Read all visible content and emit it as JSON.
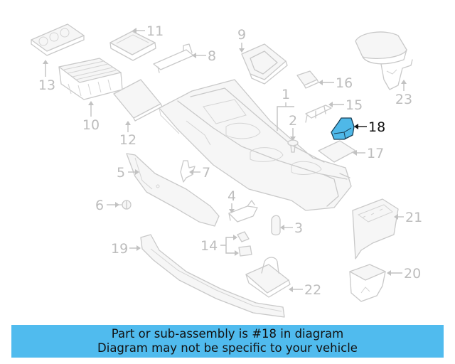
{
  "diagram": {
    "highlighted_part": "18",
    "callouts": [
      "1",
      "2",
      "3",
      "4",
      "5",
      "6",
      "7",
      "8",
      "9",
      "10",
      "11",
      "12",
      "13",
      "14",
      "15",
      "16",
      "17",
      "18",
      "19",
      "20",
      "21",
      "22",
      "23"
    ]
  },
  "banner": {
    "line1": "Part or sub-assembly is #18 in diagram",
    "line2": "Diagram may not be specific to your vehicle"
  },
  "colors": {
    "highlight_fill": "#4fb8e8",
    "banner_background": "#50bbee",
    "line_art": "#c9c9c9"
  }
}
